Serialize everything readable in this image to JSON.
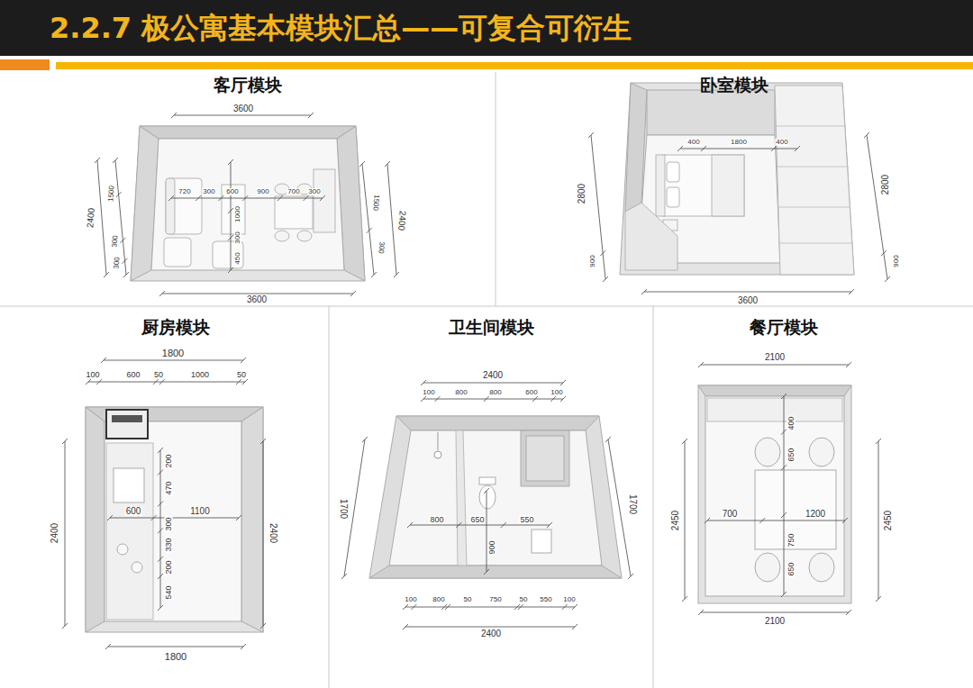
{
  "diagram": {
    "title": "2.2.7 极公寓基本模块汇总——可复合可衍生",
    "nodes": [
      {
        "text": [
          "客厅模块"
        ]
      },
      {
        "text": [
          "卧室模块"
        ]
      },
      {
        "text": [
          "厨房模块"
        ]
      },
      {
        "text": [
          "卫生间模块"
        ]
      },
      {
        "text": [
          "餐厅模块"
        ]
      }
    ],
    "labels": [
      "3600",
      "3600",
      "2400",
      "1500",
      "300",
      "300",
      "2400",
      "1500",
      "300",
      "720",
      "300",
      "600",
      "900",
      "700",
      "300",
      "1000",
      "300",
      "450",
      "2800",
      "900",
      "2800",
      "900",
      "400",
      "1800",
      "400",
      "3600",
      "1800",
      "100",
      "600",
      "50",
      "1000",
      "50",
      "2400",
      "2400",
      "600",
      "1100",
      "200",
      "470",
      "300",
      "330",
      "200",
      "540",
      "1800",
      "2400",
      "100",
      "800",
      "800",
      "600",
      "100",
      "1700",
      "1700",
      "800",
      "650",
      "550",
      "900",
      "100",
      "800",
      "50",
      "750",
      "50",
      "550",
      "100",
      "2400",
      "2100",
      "2450",
      "2450",
      "400",
      "650",
      "700",
      "750",
      "1200",
      "650",
      "2100"
    ]
  }
}
